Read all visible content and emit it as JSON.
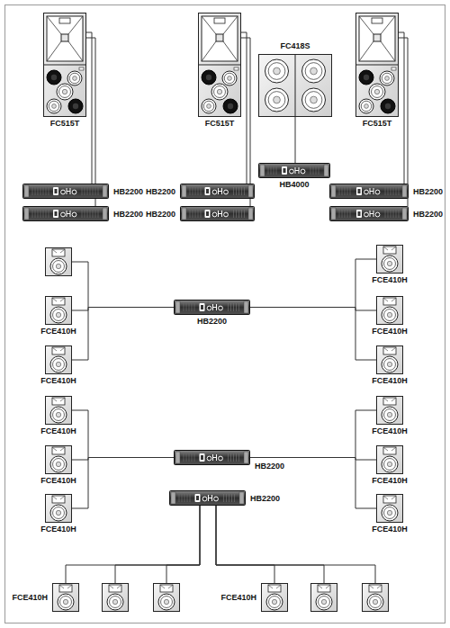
{
  "diagram": {
    "nodes": [
      {
        "text": [
          "FC515T"
        ]
      },
      {
        "text": [
          "FC515T"
        ]
      },
      {
        "text": [
          "FC418S"
        ]
      },
      {
        "text": [
          "FC515T"
        ]
      },
      {
        "text": [
          "HB2200"
        ]
      },
      {
        "text": [
          "HB2200"
        ]
      },
      {
        "text": [
          "HB4000"
        ]
      },
      {
        "text": [
          "HB2200"
        ]
      },
      {
        "text": [
          "HB2200"
        ]
      },
      {
        "text": [
          "HB2200"
        ]
      },
      {
        "text": [
          "HB2200"
        ]
      },
      {
        "text": []
      },
      {
        "text": [
          "FCE410H"
        ]
      },
      {
        "text": [
          "FCE410H"
        ]
      },
      {
        "text": [
          "HB2200"
        ]
      },
      {
        "text": [
          "FCE410H"
        ]
      },
      {
        "text": [
          "FCE410H"
        ]
      },
      {
        "text": [
          "FCE410H"
        ]
      },
      {
        "text": [
          "FCE410H"
        ]
      },
      {
        "text": [
          "FCE410H"
        ]
      },
      {
        "text": [
          "FCE410H"
        ]
      },
      {
        "text": [
          "HB2200"
        ]
      },
      {
        "text": [
          "FCE410H"
        ]
      },
      {
        "text": [
          "FCE410H"
        ]
      },
      {
        "text": [
          "HB2200"
        ]
      },
      {
        "text": [
          "FCE410H"
        ]
      },
      {
        "text": [
          "FCE410H"
        ]
      },
      {
        "text": []
      },
      {
        "text": []
      },
      {
        "text": [
          "FCE410H"
        ]
      },
      {
        "text": []
      },
      {
        "text": []
      }
    ],
    "edges": [
      {
        "from": 4,
        "to": 0,
        "arrow": "none"
      },
      {
        "from": 8,
        "to": 0,
        "arrow": "none"
      },
      {
        "from": 5,
        "to": 1,
        "arrow": "none"
      },
      {
        "from": 9,
        "to": 1,
        "arrow": "none"
      },
      {
        "from": 6,
        "to": 2,
        "arrow": "none"
      },
      {
        "from": 7,
        "to": 3,
        "arrow": "none"
      },
      {
        "from": 10,
        "to": 3,
        "arrow": "none"
      },
      {
        "from": 14,
        "to": 11,
        "arrow": "none"
      },
      {
        "from": 14,
        "to": 13,
        "arrow": "none"
      },
      {
        "from": 14,
        "to": 16,
        "arrow": "none"
      },
      {
        "from": 14,
        "to": 12,
        "arrow": "none"
      },
      {
        "from": 14,
        "to": 15,
        "arrow": "none"
      },
      {
        "from": 14,
        "to": 17,
        "arrow": "none"
      },
      {
        "from": 21,
        "to": 18,
        "arrow": "none"
      },
      {
        "from": 21,
        "to": 20,
        "arrow": "none"
      },
      {
        "from": 21,
        "to": 23,
        "arrow": "none"
      },
      {
        "from": 21,
        "to": 19,
        "arrow": "none"
      },
      {
        "from": 21,
        "to": 22,
        "arrow": "none"
      },
      {
        "from": 21,
        "to": 25,
        "arrow": "none"
      },
      {
        "from": 24,
        "to": 26,
        "arrow": "none"
      },
      {
        "from": 24,
        "to": 27,
        "arrow": "none"
      },
      {
        "from": 24,
        "to": 28,
        "arrow": "none"
      },
      {
        "from": 24,
        "to": 29,
        "arrow": "none"
      },
      {
        "from": 24,
        "to": 30,
        "arrow": "none"
      },
      {
        "from": 24,
        "to": 31,
        "arrow": "none"
      }
    ]
  }
}
